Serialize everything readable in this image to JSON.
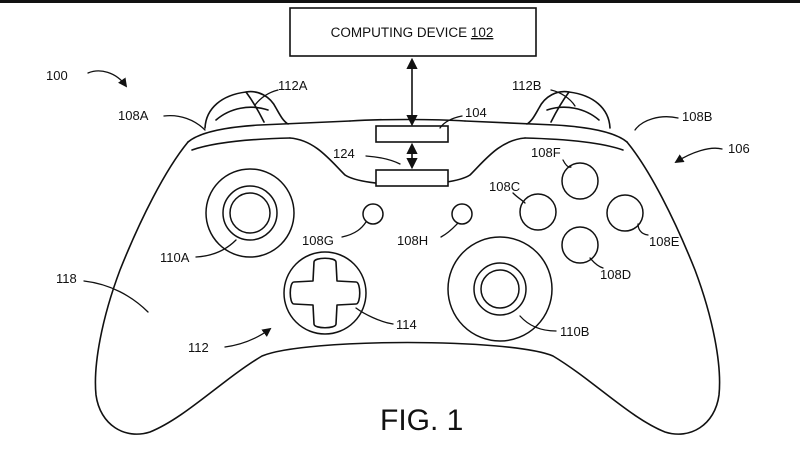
{
  "figure": {
    "caption": "FIG. 1",
    "computing_device": {
      "text": "COMPUTING DEVICE",
      "ref": "102"
    },
    "labels": {
      "l100": "100",
      "l104": "104",
      "l106": "106",
      "l108A": "108A",
      "l108B": "108B",
      "l108C": "108C",
      "l108D": "108D",
      "l108E": "108E",
      "l108F": "108F",
      "l108G": "108G",
      "l108H": "108H",
      "l110A": "110A",
      "l110B": "110B",
      "l112": "112",
      "l112A": "112A",
      "l112B": "112B",
      "l114": "114",
      "l118": "118",
      "l124": "124"
    },
    "colors": {
      "line": "#111111",
      "background": "#ffffff"
    }
  }
}
